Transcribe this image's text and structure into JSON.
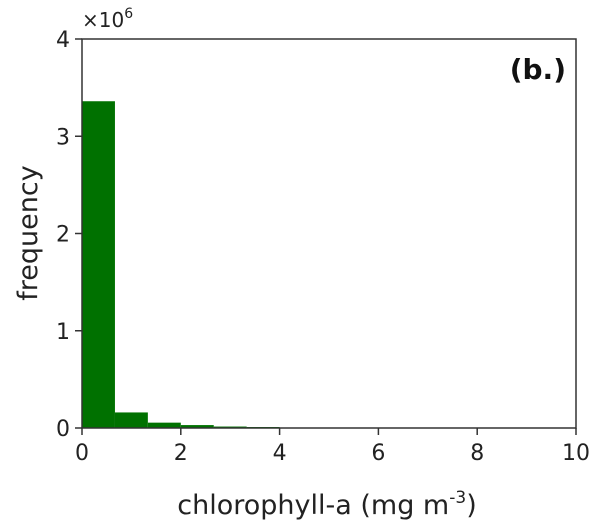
{
  "chart_data": {
    "type": "bar",
    "panel_label": "(b.)",
    "xlabel": "chlorophyll-a (mg m",
    "xlabel_exponent": "-3",
    "xlabel_close": ")",
    "ylabel": "frequency",
    "y_multiplier": "×10",
    "y_multiplier_exponent": "6",
    "xlim": [
      0,
      10
    ],
    "ylim": [
      0,
      4
    ],
    "x_ticks": [
      "0",
      "2",
      "4",
      "6",
      "8",
      "10"
    ],
    "y_ticks": [
      "0",
      "1",
      "2",
      "3",
      "4"
    ],
    "bin_edges": [
      0,
      0.667,
      1.333,
      2.0,
      2.667,
      3.333,
      4.0
    ],
    "values": [
      3.36,
      0.16,
      0.055,
      0.03,
      0.015,
      0.01
    ],
    "units_y": "×10^6 counts",
    "colors": {
      "bar": "#007100",
      "axis": "#333333"
    }
  }
}
